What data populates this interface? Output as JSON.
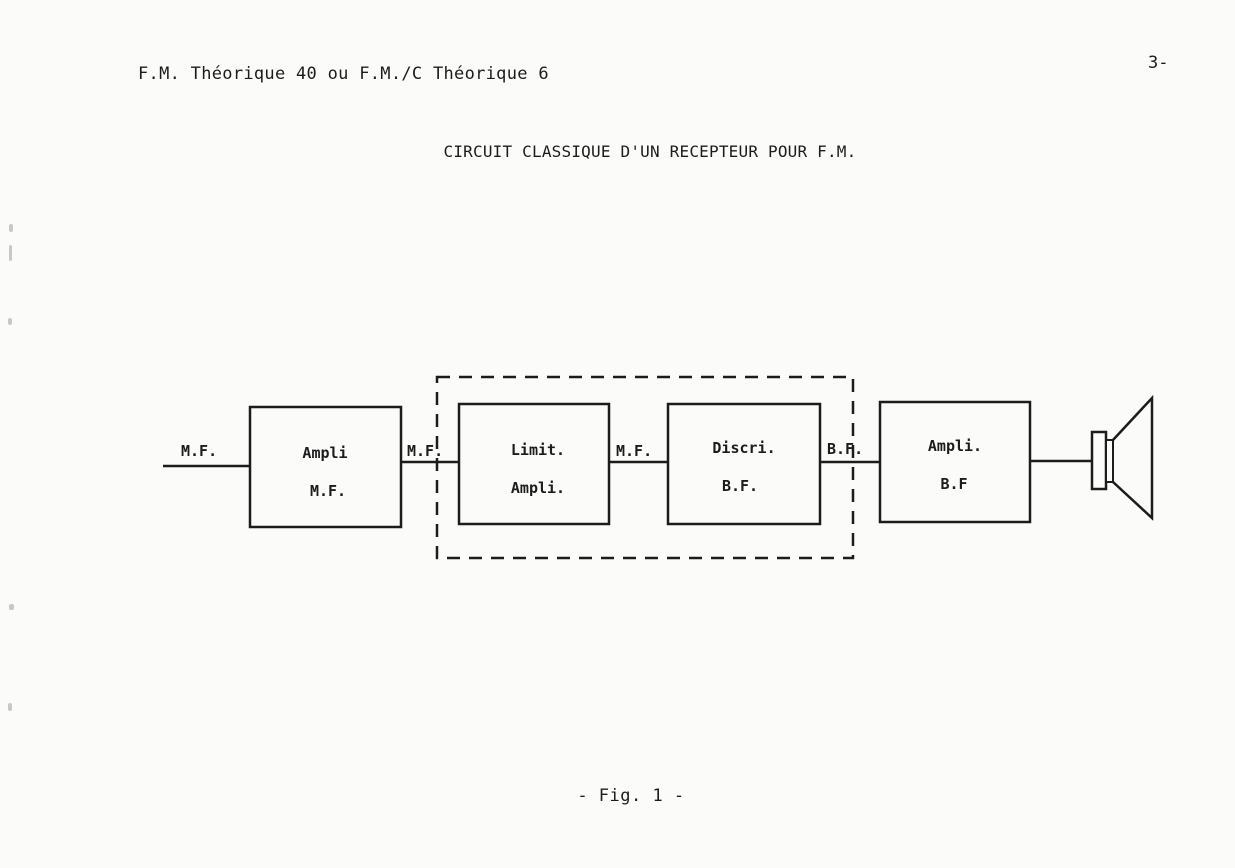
{
  "header": {
    "left_text": "F.M. Théorique 40  ou  F.M./C Théorique 6",
    "page_number": "3-"
  },
  "title": "CIRCUIT CLASSIQUE D'UN RECEPTEUR POUR F.M.",
  "blocks": [
    {
      "line1": "Ampli",
      "line2": "M.F."
    },
    {
      "line1": "Limit.",
      "line2": "Ampli."
    },
    {
      "line1": "Discri.",
      "line2": "B.F."
    },
    {
      "line1": "Ampli.",
      "line2": "B.F"
    }
  ],
  "signal_labels": {
    "input": "M.F.",
    "after_ampli_mf": "M.F.",
    "after_limiter": "M.F.",
    "after_discri": "B.F."
  },
  "caption": "- Fig. 1 -"
}
